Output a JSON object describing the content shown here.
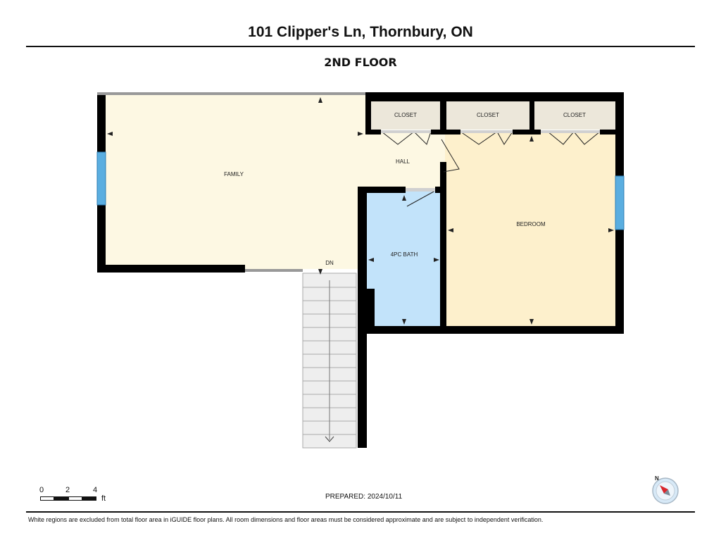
{
  "header": {
    "title": "101 Clipper's Ln, Thornbury, ON",
    "floor_name": "2ND FLOOR"
  },
  "rooms": {
    "family": "FAMILY",
    "hall": "HALL",
    "bath": "4PC BATH",
    "bedroom": "BEDROOM",
    "closet_1": "CLOSET",
    "closet_2": "CLOSET",
    "closet_3": "CLOSET",
    "stairs": "DN"
  },
  "scale": {
    "ticks": [
      "0",
      "2",
      "4"
    ],
    "unit": "ft"
  },
  "compass_label": "N",
  "footer": {
    "prepared": "PREPARED: 2024/10/11",
    "disclaimer": "White regions are excluded from total floor area in iGUIDE floor plans. All room dimensions and floor areas must be considered approximate and are subject to independent verification."
  },
  "colors": {
    "family_fill": "#fdf8e3",
    "hall_fill": "#fdf8e3",
    "bedroom_fill": "#fdf0cc",
    "bath_fill": "#c2e3fa",
    "closet_fill": "#ece7da",
    "wall": "#000000",
    "window": "#5aaee0",
    "compass_arrow": "#d9262c"
  }
}
